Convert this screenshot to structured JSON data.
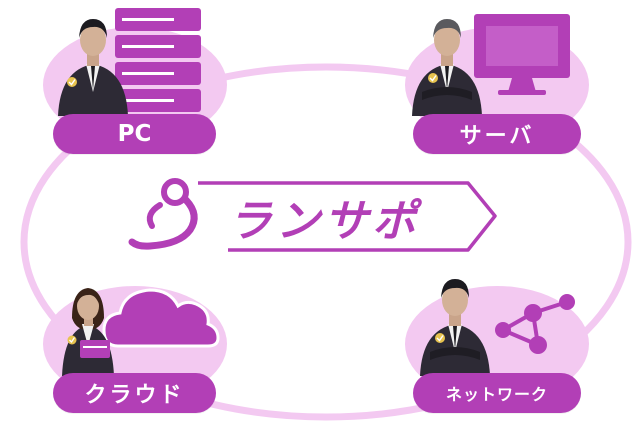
{
  "nodes": {
    "pc": {
      "label": "PC"
    },
    "server": {
      "label": "サーバ"
    },
    "cloud": {
      "label": "クラウド"
    },
    "network": {
      "label": "ネットワーク"
    }
  },
  "logo": {
    "text": "ランサポ"
  },
  "colors": {
    "accent": "#b23fb6",
    "accent_light": "#f3c9f1",
    "ring": "#f3c9f1",
    "suit": "#2d2a35"
  }
}
